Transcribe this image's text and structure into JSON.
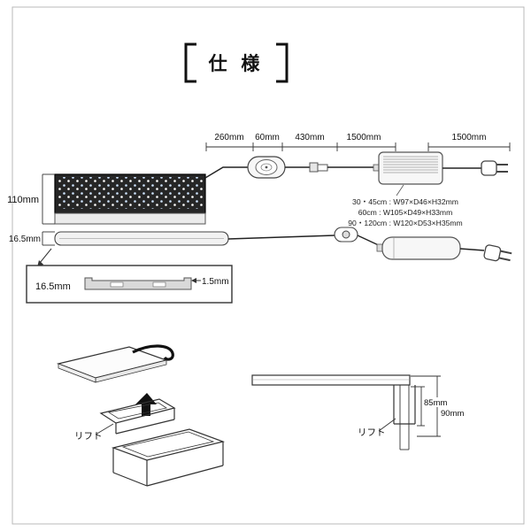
{
  "title": {
    "text": "仕 様"
  },
  "dims": {
    "d260": "260mm",
    "d60": "60mm",
    "d430": "430mm",
    "d1500a": "1500mm",
    "d1500b": "1500mm"
  },
  "main_light": {
    "height_label": "110mm"
  },
  "slim_light": {
    "height_label": "16.5mm"
  },
  "adapter": {
    "spec_line1": "30・45cm : W97×D46×H32mm",
    "spec_line2": "60cm : W105×D49×H33mm",
    "spec_line3": "90・120cm : W120×D53×H35mm"
  },
  "detail": {
    "width_label": "16.5mm",
    "thickness_label": "1.5mm"
  },
  "lift_left": {
    "label": "リフト"
  },
  "lift_right": {
    "label": "リフト",
    "dim_85": "85mm",
    "dim_90": "90mm"
  }
}
